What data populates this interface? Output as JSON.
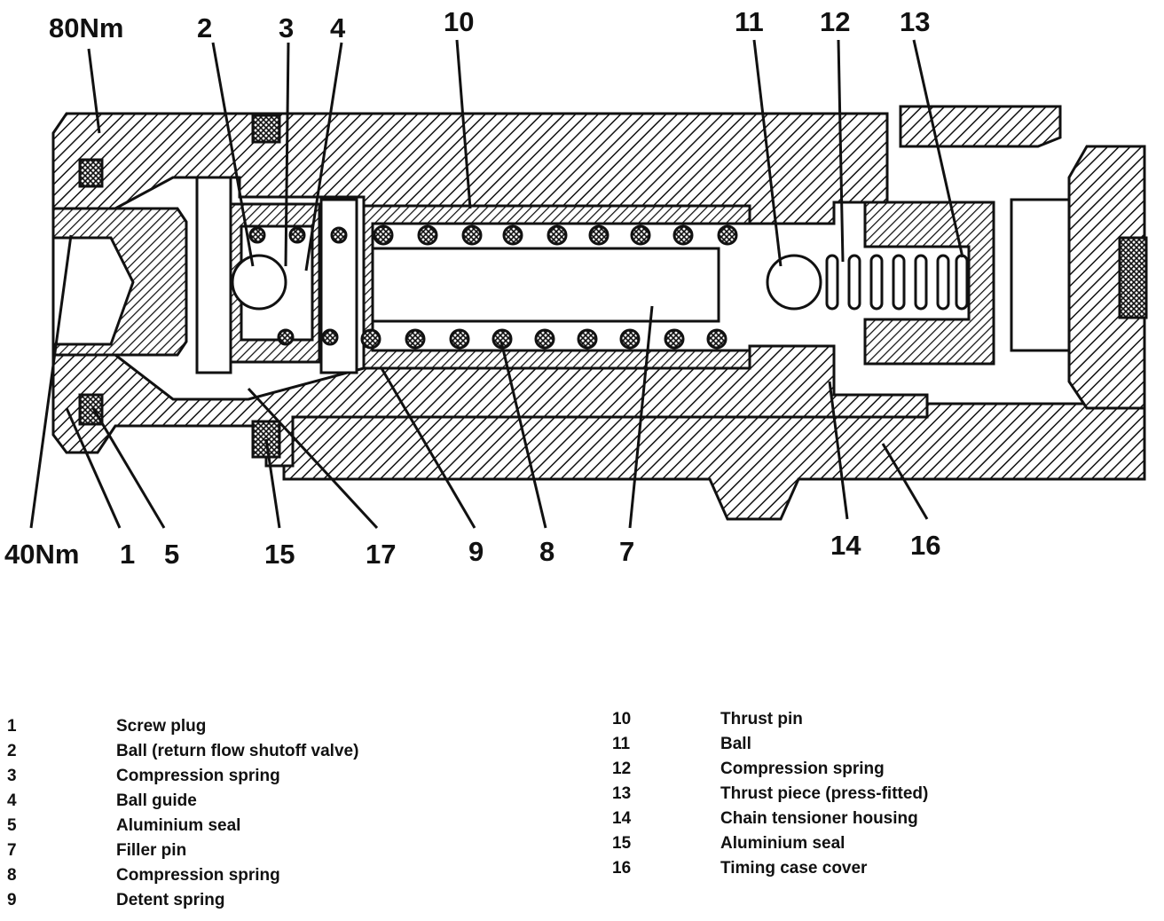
{
  "callouts": {
    "torque_top": "80Nm",
    "torque_bottom": "40Nm",
    "c1": "1",
    "c2": "2",
    "c3": "3",
    "c4": "4",
    "c5": "5",
    "c7": "7",
    "c8": "8",
    "c9": "9",
    "c10": "10",
    "c11": "11",
    "c12": "12",
    "c13": "13",
    "c14": "14",
    "c15": "15",
    "c16": "16",
    "c17": "17"
  },
  "legend_left": [
    {
      "num": "1",
      "desc": "Screw plug"
    },
    {
      "num": "2",
      "desc": "Ball (return flow shutoff valve)"
    },
    {
      "num": "3",
      "desc": "Compression spring"
    },
    {
      "num": "4",
      "desc": "Ball guide"
    },
    {
      "num": "5",
      "desc": "Aluminium seal"
    },
    {
      "num": "7",
      "desc": "Filler pin"
    },
    {
      "num": "8",
      "desc": "Compression spring"
    },
    {
      "num": "9",
      "desc": "Detent spring"
    }
  ],
  "legend_right": [
    {
      "num": "10",
      "desc": "Thrust pin"
    },
    {
      "num": "11",
      "desc": "Ball"
    },
    {
      "num": "12",
      "desc": "Compression spring"
    },
    {
      "num": "13",
      "desc": "Thrust piece (press-fitted)"
    },
    {
      "num": "14",
      "desc": "Chain tensioner housing"
    },
    {
      "num": "15",
      "desc": "Aluminium seal"
    },
    {
      "num": "16",
      "desc": "Timing case cover"
    }
  ]
}
